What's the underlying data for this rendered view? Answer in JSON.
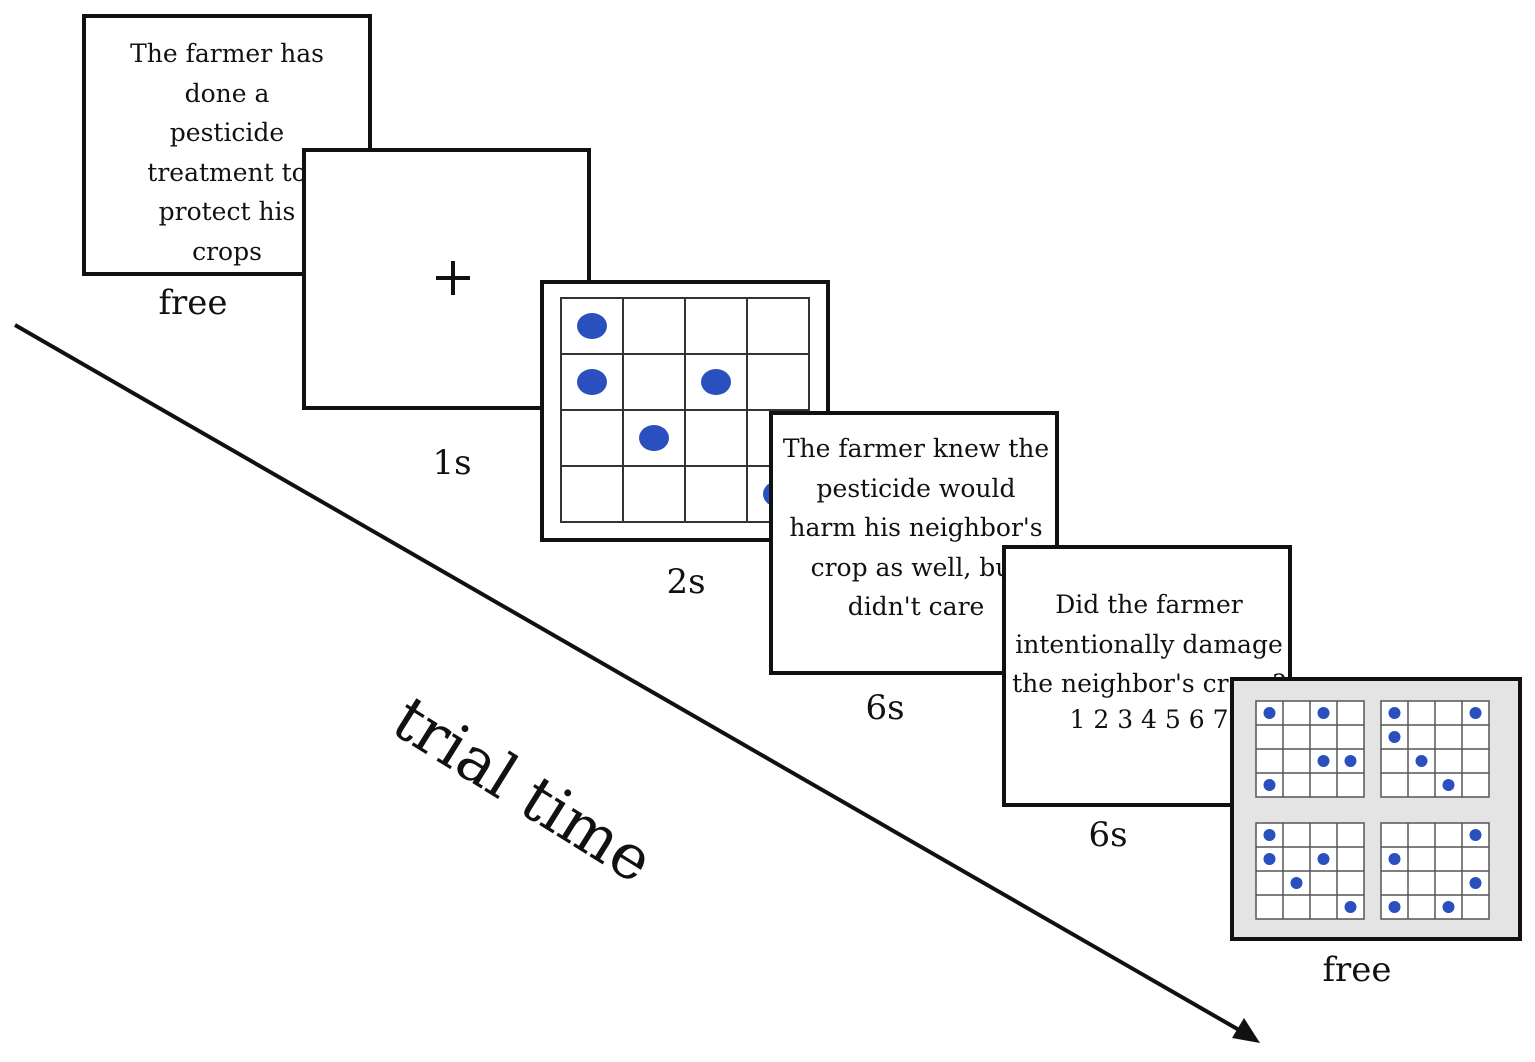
{
  "steps": [
    {
      "id": "story",
      "text": "The farmer has\ndone a\npesticide\ntreatment to\nprotect his\ncrops",
      "duration": "free"
    },
    {
      "id": "fixation",
      "text": "+",
      "duration": "1s"
    },
    {
      "id": "memory_grid",
      "rows": 4,
      "cols": 4,
      "dots": [
        [
          0,
          0
        ],
        [
          1,
          0
        ],
        [
          1,
          2
        ],
        [
          2,
          1
        ],
        [
          3,
          3
        ]
      ],
      "duration": "2s"
    },
    {
      "id": "intention",
      "text": "The farmer knew the\npesticide would\nharm his neighbor's\ncrop as well, but\ndidn't care",
      "duration": "6s"
    },
    {
      "id": "question",
      "text": "Did the farmer\nintentionally damage\nthe neighbor's crops?",
      "scale": "1 2 3 4 5 6 7",
      "duration": "6s"
    },
    {
      "id": "recognition",
      "options": [
        {
          "dots": [
            [
              0,
              0
            ],
            [
              0,
              2
            ],
            [
              2,
              2
            ],
            [
              2,
              3
            ],
            [
              3,
              0
            ]
          ]
        },
        {
          "dots": [
            [
              0,
              0
            ],
            [
              0,
              3
            ],
            [
              1,
              0
            ],
            [
              2,
              1
            ],
            [
              3,
              2
            ]
          ]
        },
        {
          "dots": [
            [
              0,
              0
            ],
            [
              1,
              0
            ],
            [
              1,
              2
            ],
            [
              2,
              1
            ],
            [
              3,
              3
            ]
          ]
        },
        {
          "dots": [
            [
              0,
              3
            ],
            [
              1,
              0
            ],
            [
              2,
              3
            ],
            [
              3,
              0
            ],
            [
              3,
              2
            ]
          ]
        }
      ],
      "duration": "free"
    }
  ],
  "axis_label": "trial time",
  "colors": {
    "dot": "#2a4fbe",
    "ink": "#111111",
    "grid_line": "#333333",
    "panel_bg": "#e4e4e4"
  }
}
